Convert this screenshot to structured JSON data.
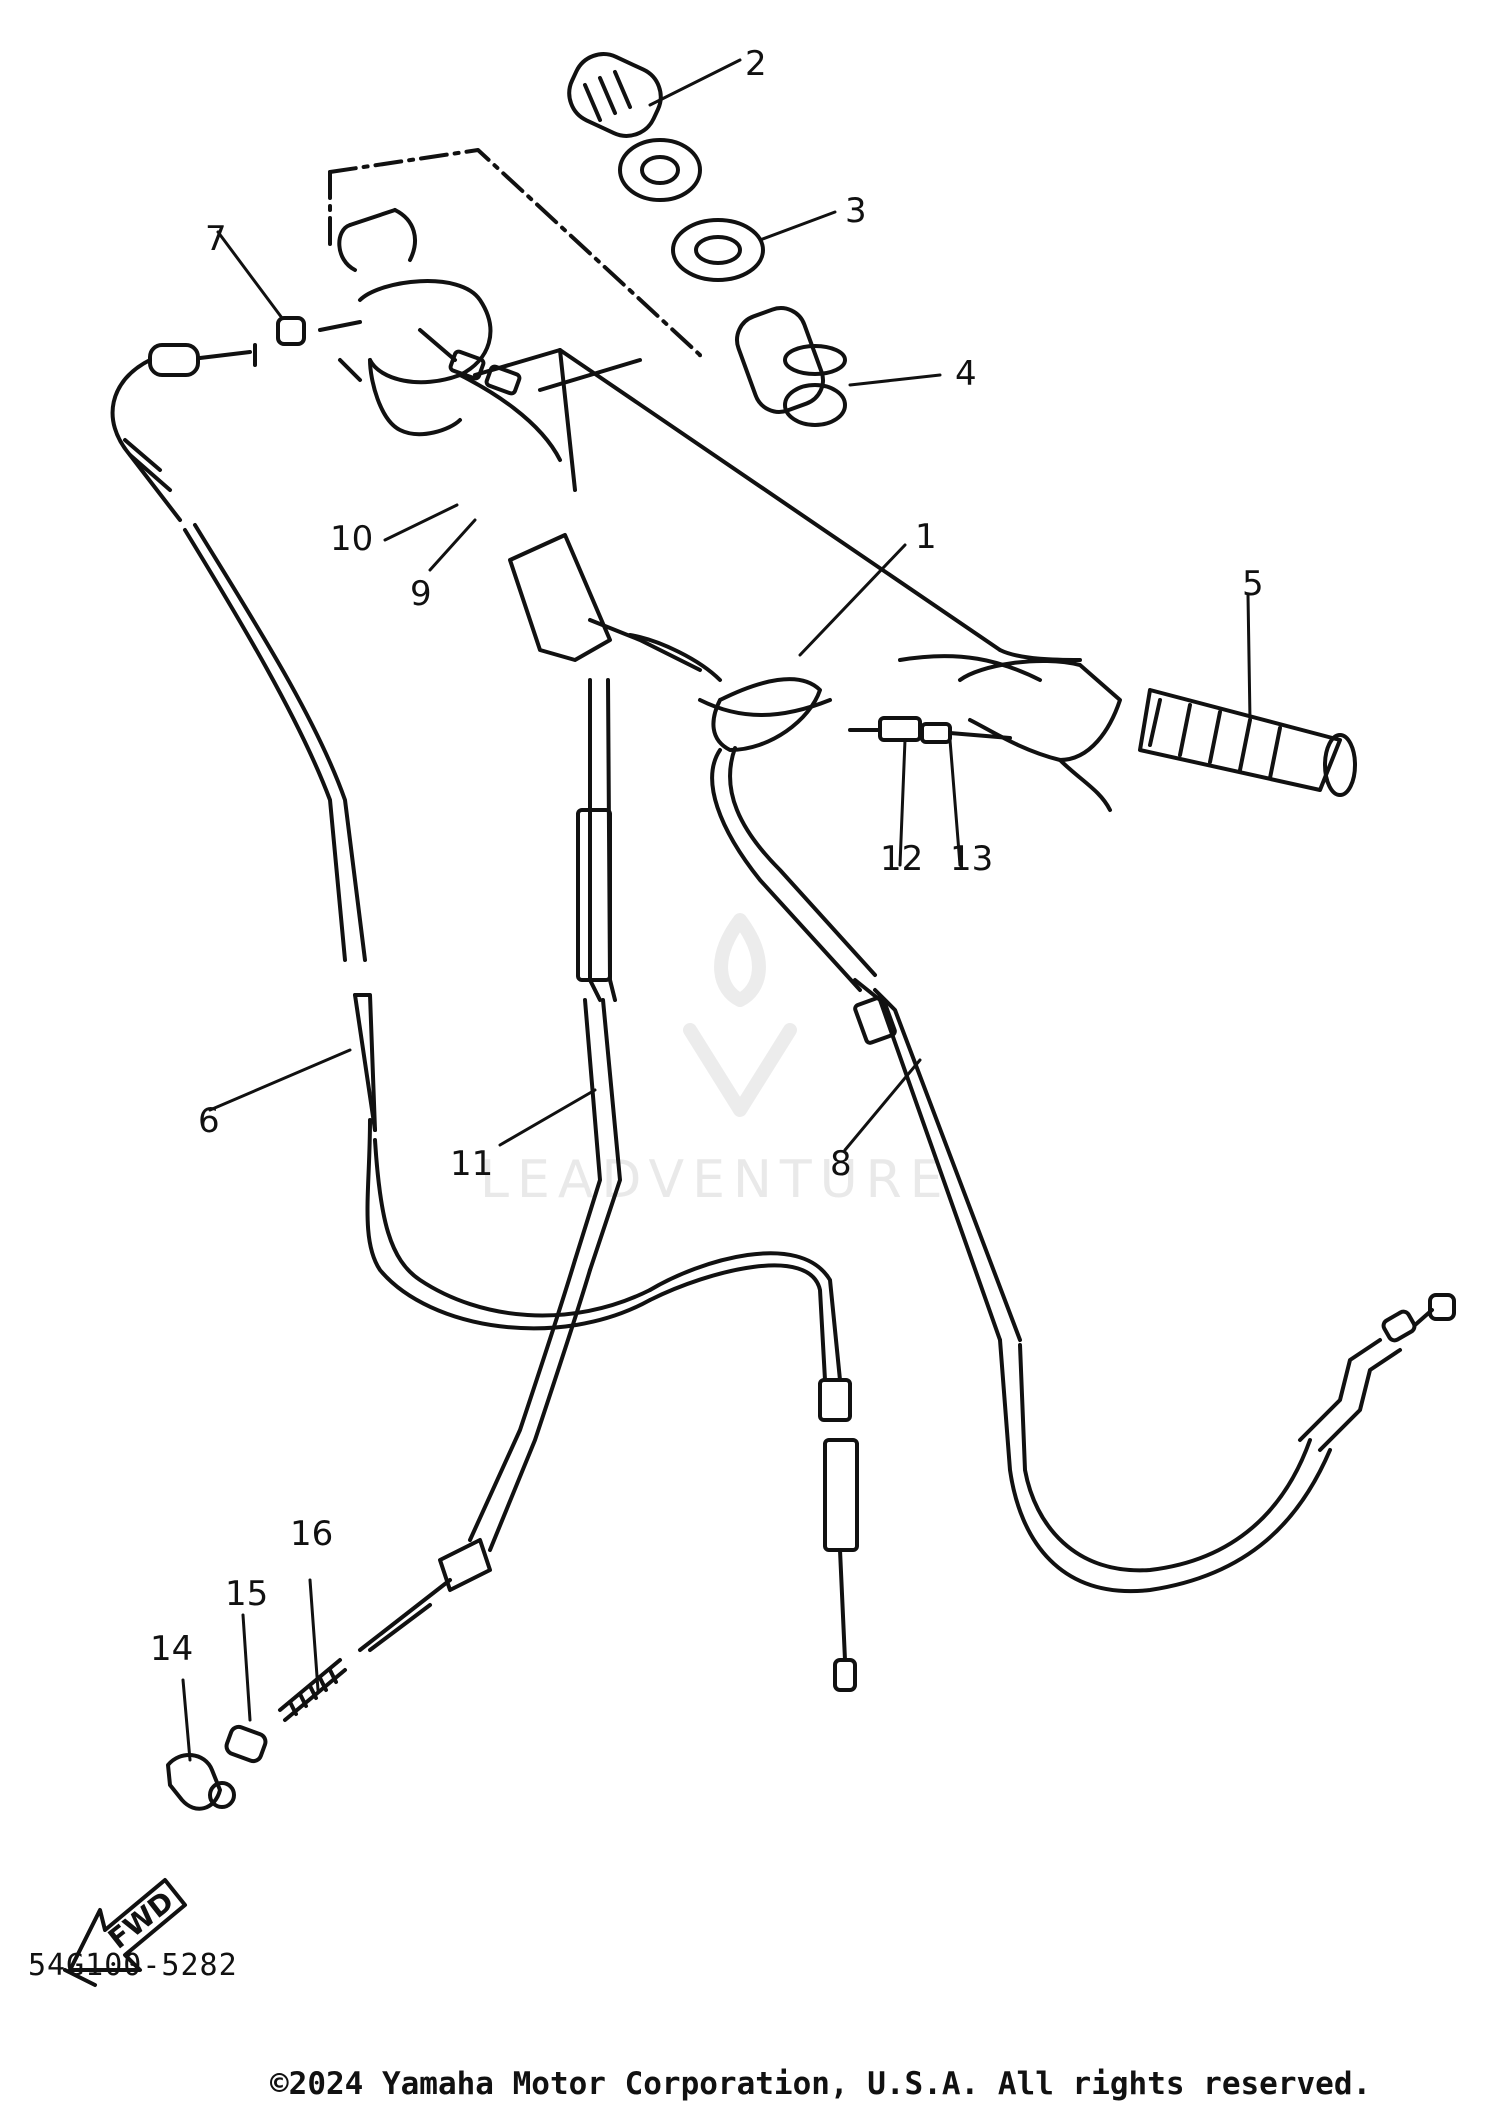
{
  "diagram": {
    "callouts": [
      "1",
      "2",
      "3",
      "4",
      "5",
      "6",
      "7",
      "8",
      "9",
      "10",
      "11",
      "12",
      "13",
      "14",
      "15",
      "16"
    ],
    "fwd_label": "FWD",
    "part_code": "54G100-5282",
    "copyright": "©2024 Yamaha Motor Corporation, U.S.A. All rights reserved.",
    "watermark": "LEADVENTURE"
  },
  "colors": {
    "ink": "#111111",
    "paper": "#ffffff",
    "watermark": "#e9e9e9"
  }
}
